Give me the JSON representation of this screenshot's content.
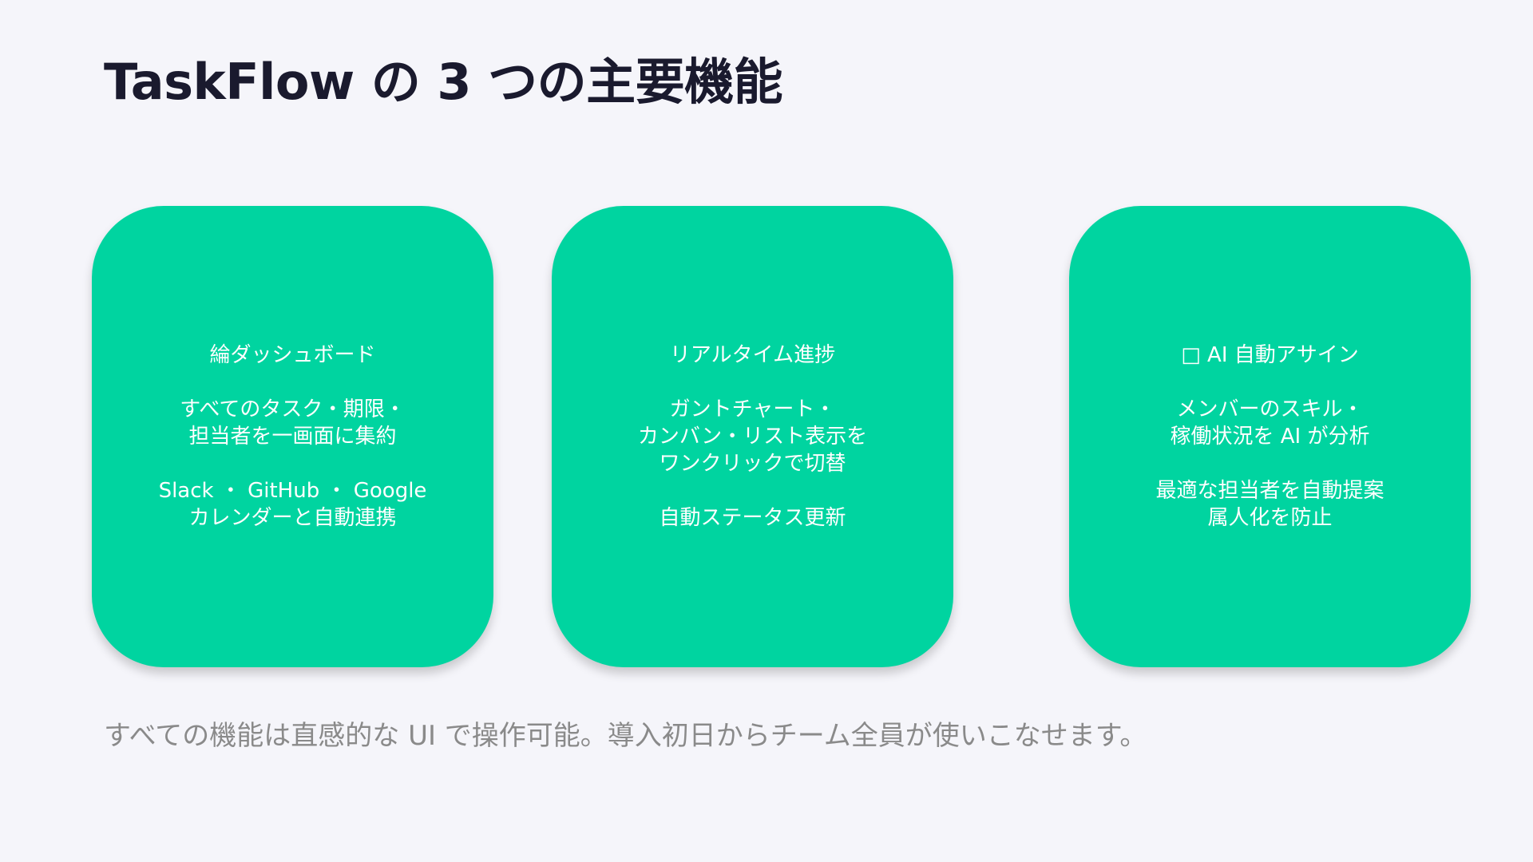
{
  "slide": {
    "title": "TaskFlow の 3 つの主要機能",
    "footer": "すべての機能は直感的な UI で操作可能。導入初日からチーム全員が使いこなせます。"
  },
  "colors": {
    "background": "#f5f5fa",
    "title": "#1a1a2e",
    "card": "#00d4a0",
    "card_text": "#ffffff",
    "footer_text": "#8a8a8a"
  },
  "cards": [
    {
      "icon": "綸",
      "icon_name": "chart-icon",
      "title": "ダッシュボード",
      "blocks": [
        [
          "すべてのタスク・期限・",
          "担当者を一画面に集約"
        ],
        [
          "Slack ・ GitHub ・ Google",
          "カレンダーと自動連携"
        ]
      ]
    },
    {
      "icon": "",
      "icon_name": "realtime-icon",
      "title": "リアルタイム進捗",
      "blocks": [
        [
          "ガントチャート・",
          "カンバン・リスト表示を",
          "ワンクリックで切替"
        ],
        [
          "自動ステータス更新"
        ]
      ]
    },
    {
      "icon": "□",
      "icon_name": "ai-icon",
      "title": " AI 自動アサイン",
      "blocks": [
        [
          "メンバーのスキル・",
          "稼働状況を AI が分析"
        ],
        [
          "最適な担当者を自動提案",
          "属人化を防止"
        ]
      ]
    }
  ]
}
